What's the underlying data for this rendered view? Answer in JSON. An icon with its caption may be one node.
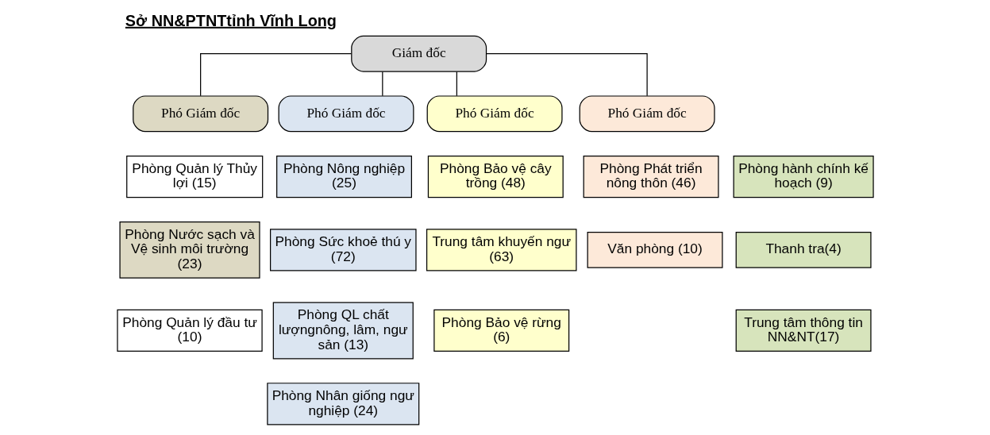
{
  "diagram": {
    "title": "Sở NN&PTNTtỉnh Vĩnh Long",
    "nodes": [
      {
        "text": [
          "Giám đốc"
        ]
      },
      {
        "text": [
          "Phó Giám đốc"
        ]
      },
      {
        "text": [
          "Phó Giám đốc"
        ]
      },
      {
        "text": [
          "Phó Giám đốc"
        ]
      },
      {
        "text": [
          "Phó Giám đốc"
        ]
      },
      {
        "text": [
          "Phòng hành chính kế hoạch (9)"
        ]
      },
      {
        "text": [
          "Thanh tra(4)"
        ]
      },
      {
        "text": [
          "Trung tâm thông tin NN&NT(17)"
        ]
      },
      {
        "text": [
          "Phòng Quản lý Thủy lợi (15)"
        ]
      },
      {
        "text": [
          "Phòng Nước sạch và Vệ sinh môi trường (23)"
        ]
      },
      {
        "text": [
          "Phòng Quản lý đầu tư (10)"
        ]
      },
      {
        "text": [
          "Phòng Nông nghiệp (25)"
        ]
      },
      {
        "text": [
          "Phòng Sức khoẻ thú y (72)"
        ]
      },
      {
        "text": [
          "Phòng QL chất lượngnông, lâm, ngư sản (13)"
        ]
      },
      {
        "text": [
          "Phòng Nhân giống ngư nghiệp (24)"
        ]
      },
      {
        "text": [
          "Phòng Bảo vệ cây trồng (48)"
        ]
      },
      {
        "text": [
          "Trung tâm khuyến ngư (63)"
        ]
      },
      {
        "text": [
          "Phòng Bảo vệ rừng (6)"
        ]
      },
      {
        "text": [
          "Phòng Phát triển nông thôn (46)"
        ]
      },
      {
        "text": [
          "Văn phòng (10)"
        ]
      }
    ],
    "edges": [
      {
        "from": 0,
        "to": 1,
        "arrow": "none"
      },
      {
        "from": 0,
        "to": 2,
        "arrow": "none"
      },
      {
        "from": 0,
        "to": 3,
        "arrow": "none"
      },
      {
        "from": 0,
        "to": 4,
        "arrow": "none"
      }
    ]
  }
}
